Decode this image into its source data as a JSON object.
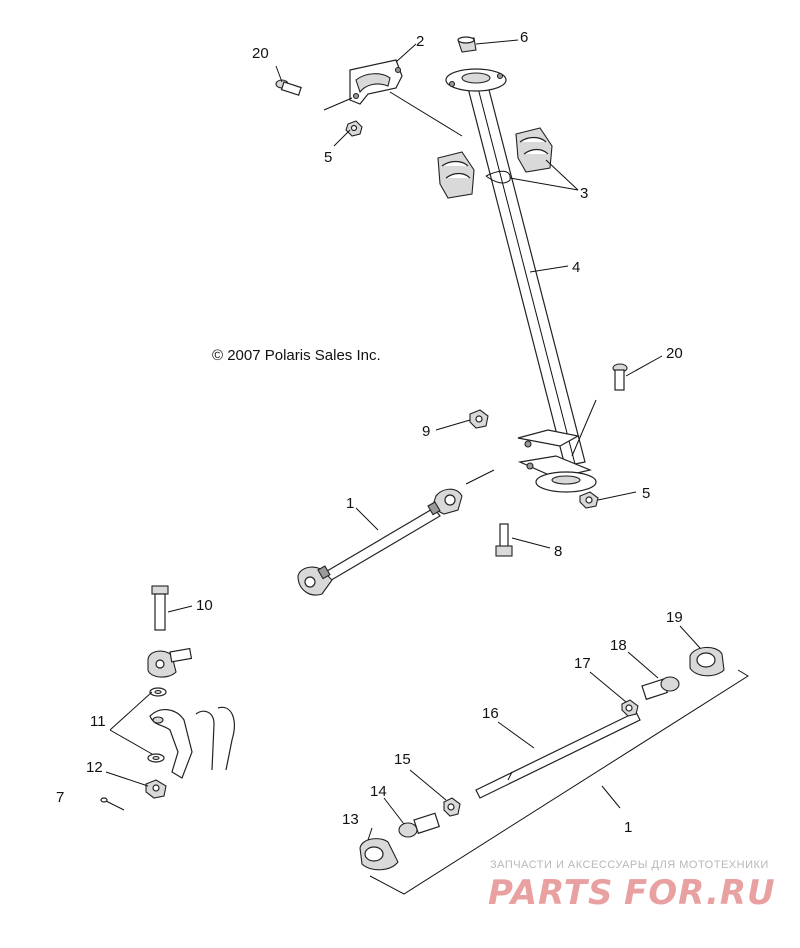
{
  "diagram": {
    "copyright": "© 2007 Polaris Sales Inc.",
    "callouts": {
      "c1a": "1",
      "c1b": "1",
      "c2": "2",
      "c3": "3",
      "c4": "4",
      "c5a": "5",
      "c5b": "5",
      "c6": "6",
      "c7": "7",
      "c8": "8",
      "c9": "9",
      "c10": "10",
      "c11": "11",
      "c12": "12",
      "c13": "13",
      "c14": "14",
      "c15": "15",
      "c16": "16",
      "c17": "17",
      "c18": "18",
      "c19": "19",
      "c20a": "20",
      "c20b": "20"
    }
  },
  "watermark": {
    "subtitle": "ЗАПЧАСТИ И АКСЕССУАРЫ ДЛЯ МОТОТЕХНИКИ",
    "brand_left": "PARTS",
    "brand_right": "FOR.RU",
    "brand_color": "#e8a0a0",
    "brand_color_alt": "#c8c8c8"
  }
}
